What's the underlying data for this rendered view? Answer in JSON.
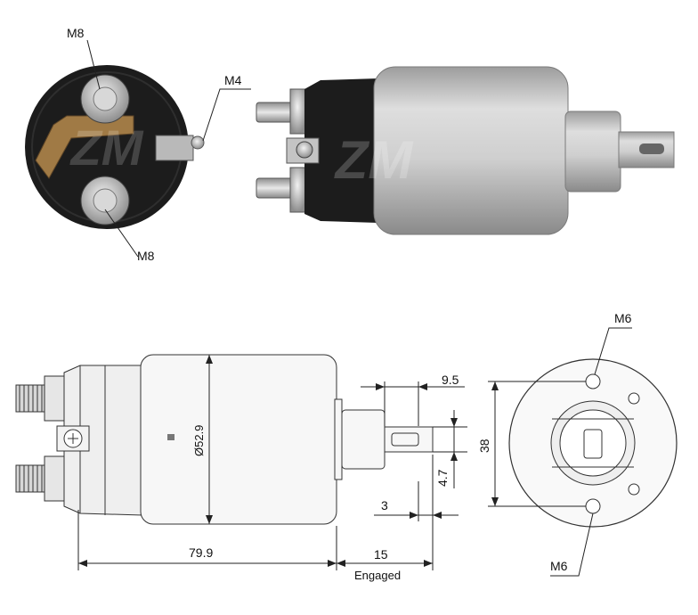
{
  "photo_labels": {
    "top_terminal": "M8",
    "side_terminal": "M4",
    "bottom_terminal": "M8"
  },
  "watermark": "ZM",
  "drawing_labels": {
    "diameter": "Ø52.9",
    "length_body": "79.9",
    "engaged_length": "15",
    "engaged_caption": "Engaged",
    "dim_9_5": "9.5",
    "dim_4_7": "4.7",
    "dim_3": "3",
    "dim_38": "38",
    "hole_top": "M6",
    "hole_bottom": "M6"
  },
  "colors": {
    "black_cap": "#1c1c1c",
    "steel": "#c9c9c9",
    "steel_dark": "#9a9a9a",
    "copper": "#b7894a",
    "line": "#222222"
  }
}
